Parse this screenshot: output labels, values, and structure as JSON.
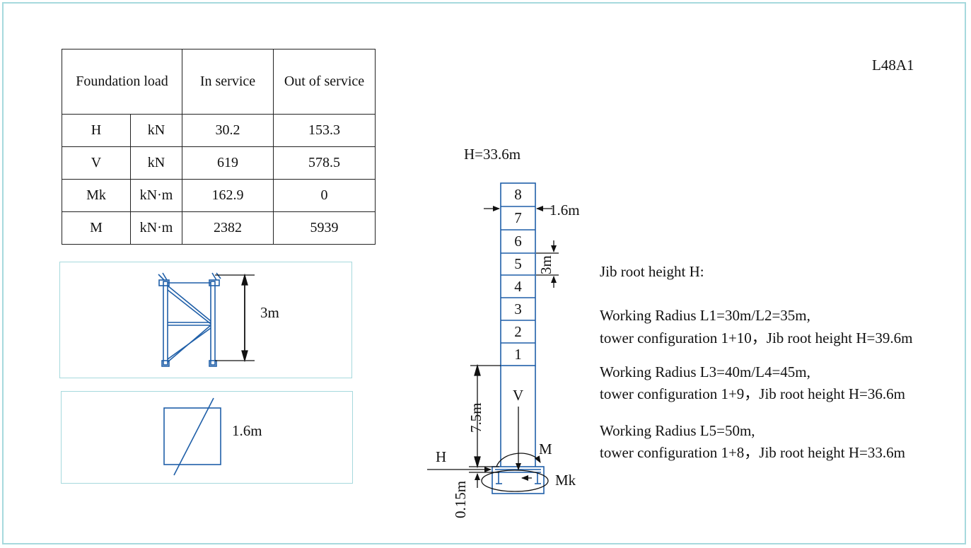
{
  "model": "L48A1",
  "table": {
    "header": {
      "title": "Foundation load",
      "in_service": "In service",
      "out_of_service": "Out of service"
    },
    "rows": [
      {
        "symbol": "H",
        "unit": "kN",
        "in": "30.2",
        "out": "153.3"
      },
      {
        "symbol": "V",
        "unit": "kN",
        "in": "619",
        "out": "578.5"
      },
      {
        "symbol": "Mk",
        "unit": "kN·m",
        "in": "162.9",
        "out": "0"
      },
      {
        "symbol": "M",
        "unit": "kN·m",
        "in": "2382",
        "out": "5939"
      }
    ]
  },
  "section_panel": {
    "height_label": "3m"
  },
  "plan_panel": {
    "width_label": "1.6m"
  },
  "tower": {
    "top_height": "H=33.6m",
    "sections": [
      "8",
      "7",
      "6",
      "5",
      "4",
      "3",
      "2",
      "1"
    ],
    "width_label": "1.6m",
    "section_height_label": "3m",
    "base_height_label": "7.5m",
    "footing_label": "0.15m",
    "force_h": "H",
    "force_v": "V",
    "moment_m": "M",
    "moment_mk": "Mk"
  },
  "notes": {
    "heading": "Jib root height H:",
    "config1_line1": "Working Radius L1=30m/L2=35m,",
    "config1_line2": "tower configuration 1+10，Jib root height H=39.6m",
    "config2_line1": "Working Radius L3=40m/L4=45m,",
    "config2_line2": "tower configuration 1+9，Jib root height H=36.6m",
    "config3_line1": "Working Radius L5=50m,",
    "config3_line2": "tower configuration 1+8，Jib root height H=33.6m"
  },
  "colors": {
    "frame": "#a6d9dd",
    "drawing_blue": "#1f5fa8",
    "ink": "#111111"
  }
}
